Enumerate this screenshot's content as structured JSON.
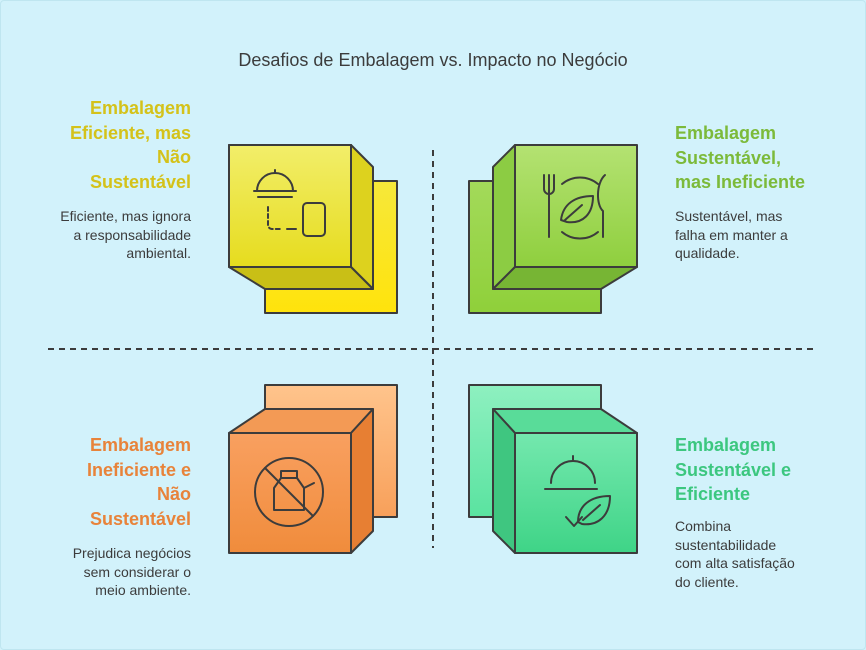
{
  "title": "Desafios de Embalagem vs. Impacto no Negócio",
  "quadrants": [
    {
      "position": "top-left",
      "title": "Embalagem Eficiente, mas Não Sustentável",
      "title_lines": [
        "Embalagem",
        "Eficiente, mas",
        "Não",
        "Sustentável"
      ],
      "description_lines": [
        "Eficiente, mas ignora",
        "a responsabilidade",
        "ambiental."
      ],
      "color": "#d4c21a",
      "icon": "food-cloche-and-phone-icon"
    },
    {
      "position": "top-right",
      "title": "Embalagem Sustentável, mas Ineficiente",
      "title_lines": [
        "Embalagem",
        "Sustentável,",
        "mas Ineficiente"
      ],
      "description_lines": [
        "Sustentável, mas",
        "falha em manter a",
        "qualidade."
      ],
      "color": "#7cba3a",
      "icon": "cutlery-leaf-plate-icon"
    },
    {
      "position": "bottom-left",
      "title": "Embalagem Ineficiente e Não Sustentável",
      "title_lines": [
        "Embalagem",
        "Ineficiente e",
        "Não",
        "Sustentável"
      ],
      "description_lines": [
        "Prejudica negócios",
        "sem considerar o",
        "meio ambiente."
      ],
      "color": "#e8833a",
      "icon": "no-bottle-icon"
    },
    {
      "position": "bottom-right",
      "title": "Embalagem Sustentável e Eficiente",
      "title_lines": [
        "Embalagem",
        "Sustentável e",
        "Eficiente"
      ],
      "description_lines": [
        "Combina",
        "sustentabilidade",
        "com alta satisfação",
        "do cliente."
      ],
      "color": "#3cc77f",
      "icon": "cloche-check-leaf-icon"
    }
  ]
}
